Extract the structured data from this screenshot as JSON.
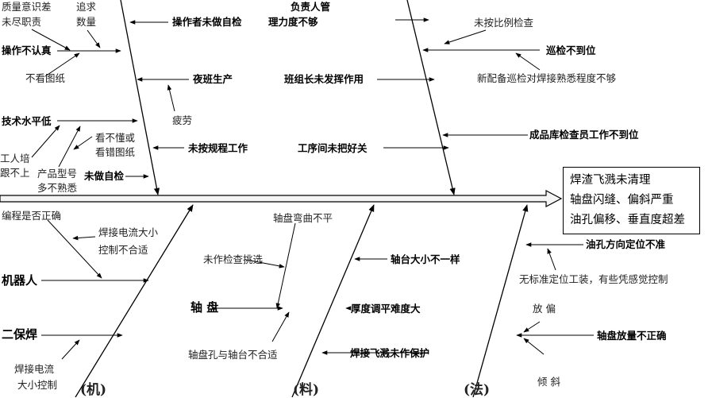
{
  "effect": {
    "lines": [
      "焊渣飞溅未清理",
      "轴盘闪缝、偏斜严重",
      "油孔偏移、垂直度超差"
    ]
  },
  "categories": {
    "machine": "(机)",
    "material": "(料)",
    "method": "(法)"
  },
  "labels": {
    "quality_awareness": "质量意识差",
    "not_responsible": "未尽职责",
    "pursue_quantity_1": "追求",
    "pursue_quantity_2": "数量",
    "not_serious": "操作不认真",
    "not_reading": "不看图纸",
    "no_self_check_op": "操作者未做自检",
    "night_shift": "夜班生产",
    "fatigue": "疲劳",
    "skill_low": "技术水平低",
    "misread_1": "看不懂或",
    "misread_2": "看错图纸",
    "worker_train_1": "工人培",
    "worker_train_2": "跟不上",
    "model_1": "产品型号",
    "model_2": "多不熟悉",
    "not_follow_rules": "未按规程工作",
    "no_self_check": "未做自检",
    "manager_1": "负责人管",
    "manager_2": "理力度不够",
    "no_ratio_check": "未按比例检查",
    "patrol_fail": "巡检不到位",
    "new_patrol": "新配备巡检对焊接熟悉程度不够",
    "leader_fail": "班组长未发挥作用",
    "warehouse_fail": "成品库检查员工作不到位",
    "process_gate": "工序间未把好关",
    "program_ok": "编程是否正确",
    "current_1": "焊接电流大小",
    "current_2": "控制不合适",
    "robot": "机器人",
    "co2_weld": "二保焊",
    "current_b1": "焊接电流",
    "current_b2": "大小控制",
    "disc_bend": "轴盘弯曲不平",
    "no_sort": "未作检查挑选",
    "axle_disc": "轴 盘",
    "hole_mismatch": "轴盘孔与轴台不合适",
    "hub_size": "轴台大小不一样",
    "flatness": "厚度调平难度大",
    "spatter_guard": "焊接飞溅未作保护",
    "oil_hole": "油孔方向定位不准",
    "no_fixture": "无标准定位工装，有些凭感觉控制",
    "place_offset": "放 偏",
    "place_wrong": "轴盘放量不正确",
    "tilt": "倾 斜"
  }
}
